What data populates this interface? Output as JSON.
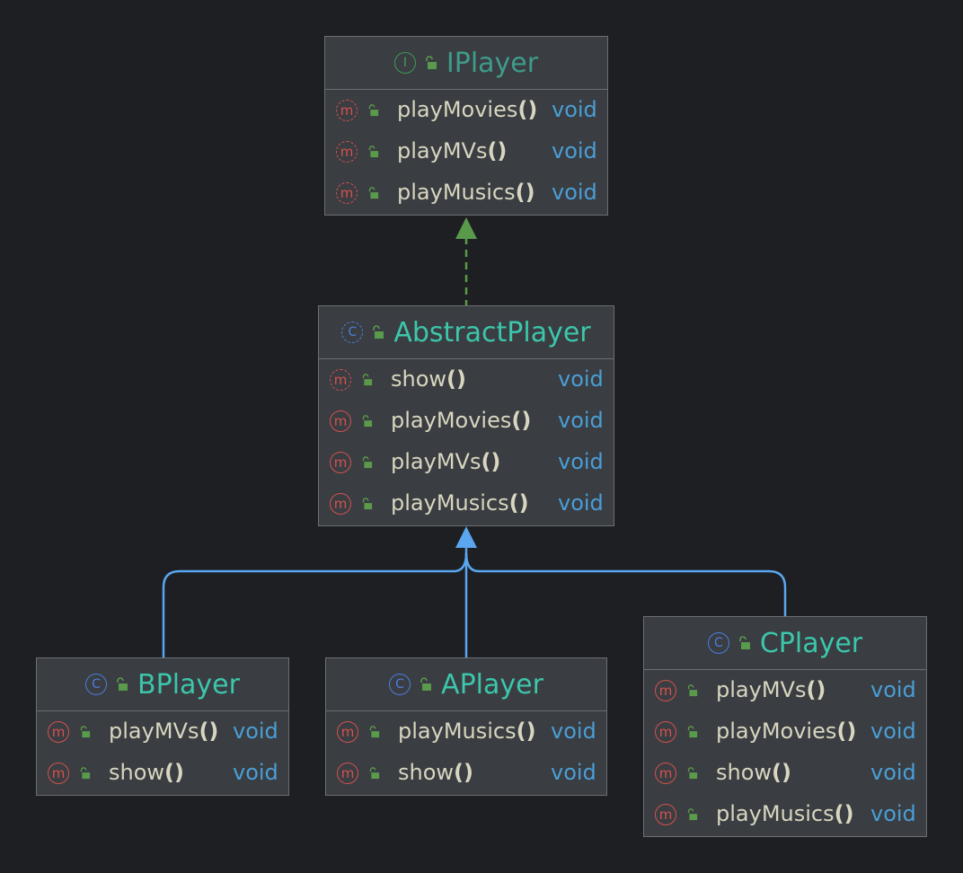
{
  "colors": {
    "background": "#1e1f22",
    "box": "#3a3d41",
    "border": "#6b6e73",
    "interface_title": "#3f9b8a",
    "class_title": "#3cc6ab",
    "method_icon": "#d4524f",
    "method_name": "#d8d6c0",
    "return_type": "#4a9ed6",
    "realization_edge": "#5a9a4b",
    "inheritance_edge": "#5aa6f0"
  },
  "nodes": {
    "iplayer": {
      "kind": "interface",
      "kind_letter": "I",
      "title": "IPlayer",
      "methods": [
        {
          "name": "playMovies",
          "parens": "()",
          "type": "void",
          "icon": "method-abstract-icon"
        },
        {
          "name": "playMVs",
          "parens": "()",
          "type": "void",
          "icon": "method-abstract-icon"
        },
        {
          "name": "playMusics",
          "parens": "()",
          "type": "void",
          "icon": "method-abstract-icon"
        }
      ]
    },
    "abstractplayer": {
      "kind": "class",
      "kind_letter": "C",
      "title": "AbstractPlayer",
      "methods": [
        {
          "name": "show",
          "parens": "()",
          "type": "void",
          "icon": "method-abstract-icon"
        },
        {
          "name": "playMovies",
          "parens": "()",
          "type": "void",
          "icon": "method-icon"
        },
        {
          "name": "playMVs",
          "parens": "()",
          "type": "void",
          "icon": "method-icon"
        },
        {
          "name": "playMusics",
          "parens": "()",
          "type": "void",
          "icon": "method-icon"
        }
      ]
    },
    "bplayer": {
      "kind": "class",
      "kind_letter": "C",
      "title": "BPlayer",
      "methods": [
        {
          "name": "playMVs",
          "parens": "()",
          "type": "void",
          "icon": "method-icon"
        },
        {
          "name": "show",
          "parens": "()",
          "type": "void",
          "icon": "method-icon"
        }
      ]
    },
    "aplayer": {
      "kind": "class",
      "kind_letter": "C",
      "title": "APlayer",
      "methods": [
        {
          "name": "playMusics",
          "parens": "()",
          "type": "void",
          "icon": "method-icon"
        },
        {
          "name": "show",
          "parens": "()",
          "type": "void",
          "icon": "method-icon"
        }
      ]
    },
    "cplayer": {
      "kind": "class",
      "kind_letter": "C",
      "title": "CPlayer",
      "methods": [
        {
          "name": "playMVs",
          "parens": "()",
          "type": "void",
          "icon": "method-icon"
        },
        {
          "name": "playMovies",
          "parens": "()",
          "type": "void",
          "icon": "method-icon"
        },
        {
          "name": "show",
          "parens": "()",
          "type": "void",
          "icon": "method-icon"
        },
        {
          "name": "playMusics",
          "parens": "()",
          "type": "void",
          "icon": "method-icon"
        }
      ]
    }
  },
  "edges": [
    {
      "from": "abstractplayer",
      "to": "iplayer",
      "type": "realization"
    },
    {
      "from": "bplayer",
      "to": "abstractplayer",
      "type": "inheritance"
    },
    {
      "from": "aplayer",
      "to": "abstractplayer",
      "type": "inheritance"
    },
    {
      "from": "cplayer",
      "to": "abstractplayer",
      "type": "inheritance"
    }
  ]
}
